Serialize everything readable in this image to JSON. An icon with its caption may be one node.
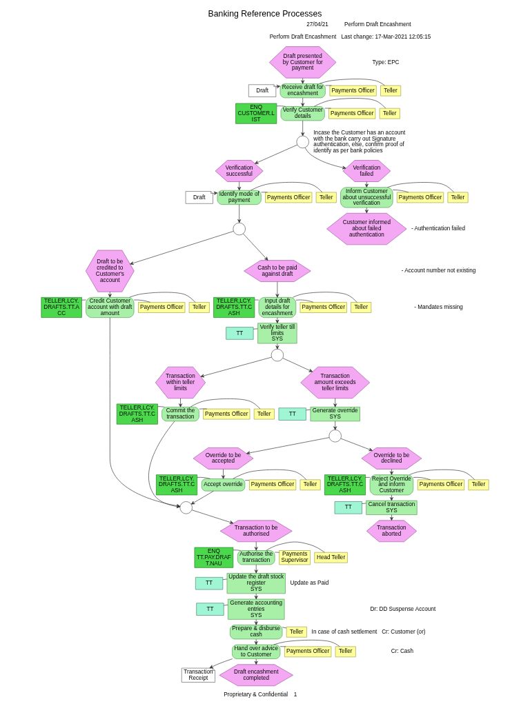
{
  "diagram": {
    "title": "Banking Reference Processes",
    "nodes": [
      {
        "text": [
          "Draft presented by Customer for payment"
        ]
      },
      {
        "text": [
          "Draft"
        ]
      },
      {
        "text": [
          "Receive draft for encashment"
        ]
      },
      {
        "text": [
          "Payments Officer"
        ]
      },
      {
        "text": [
          "Teller"
        ]
      },
      {
        "text": [
          "ENQ CUSTOMER.L IST"
        ]
      },
      {
        "text": [
          "Verify Customer details"
        ]
      },
      {
        "text": [
          "Payments Officer"
        ]
      },
      {
        "text": [
          "Teller"
        ]
      },
      {
        "text": [],
        "shape": "circle"
      },
      {
        "text": [
          "Verification successful"
        ]
      },
      {
        "text": [
          "Verification failed"
        ]
      },
      {
        "text": [
          "Draft"
        ]
      },
      {
        "text": [
          "Identify mode of payment"
        ]
      },
      {
        "text": [
          "Payments Officer"
        ]
      },
      {
        "text": [
          "Teller"
        ]
      },
      {
        "text": [
          "Inform Customer about unsuccessful verification"
        ]
      },
      {
        "text": [
          "Payments Officer"
        ]
      },
      {
        "text": [
          "Teller"
        ]
      },
      {
        "text": [
          "Customer informed about failed authentication"
        ]
      },
      {
        "text": [],
        "shape": "circle"
      },
      {
        "text": [
          "Draft to be credited to Customer's account"
        ]
      },
      {
        "text": [
          "Cash to be paid against draft"
        ]
      },
      {
        "text": [
          "TELLER,LCY. DRAFTS.TT.A CC"
        ]
      },
      {
        "text": [
          "Credit Customer account with draft amount"
        ]
      },
      {
        "text": [
          "Payments Officer"
        ]
      },
      {
        "text": [
          "Teller"
        ]
      },
      {
        "text": [
          "TELLER,LCY. DRAFTS.TT.C ASH"
        ]
      },
      {
        "text": [
          "Input draft details for encashment"
        ]
      },
      {
        "text": [
          "Payments Officer"
        ]
      },
      {
        "text": [
          "Teller"
        ]
      },
      {
        "text": [
          "TT"
        ]
      },
      {
        "text": [
          "Verify teller till limits",
          "SYS"
        ]
      },
      {
        "text": [],
        "shape": "circle"
      },
      {
        "text": [
          "Transaction within teller limits"
        ]
      },
      {
        "text": [
          "Transaction amount exceeds teller limits"
        ]
      },
      {
        "text": [
          "TELLER,LCY. DRAFTS.TT.C ASH"
        ]
      },
      {
        "text": [
          "Commit the transaction"
        ]
      },
      {
        "text": [
          "Payments Officer"
        ]
      },
      {
        "text": [
          "Teller"
        ]
      },
      {
        "text": [
          "TT"
        ]
      },
      {
        "text": [
          "Generate override",
          "SYS"
        ]
      },
      {
        "text": [],
        "shape": "circle"
      },
      {
        "text": [
          "Override to be accepted"
        ]
      },
      {
        "text": [
          "Override to be declined"
        ]
      },
      {
        "text": [
          "TELLER,LCY. DRAFTS.TT.C ASH"
        ]
      },
      {
        "text": [
          "Accept override"
        ]
      },
      {
        "text": [
          "Payments Officer"
        ]
      },
      {
        "text": [
          "Teller"
        ]
      },
      {
        "text": [
          "TELLER,LCY. DRAFTS.TT.C ASH"
        ]
      },
      {
        "text": [
          "Reject Override and inform Customer"
        ]
      },
      {
        "text": [
          "Payments Officer"
        ]
      },
      {
        "text": [
          "Teller"
        ]
      },
      {
        "text": [],
        "shape": "circle"
      },
      {
        "text": [
          "TT"
        ]
      },
      {
        "text": [
          "Cancel transaction",
          "SYS"
        ]
      },
      {
        "text": [
          "Transaction to be authorised"
        ]
      },
      {
        "text": [
          "Transaction aborted"
        ]
      },
      {
        "text": [
          "ENQ TT.PAY.DRAF T.NAU"
        ]
      },
      {
        "text": [
          "Authorise the transaction"
        ]
      },
      {
        "text": [
          "Payments Supervisor"
        ]
      },
      {
        "text": [
          "Head Teller"
        ]
      },
      {
        "text": [
          "TT"
        ]
      },
      {
        "text": [
          "Update the draft stock register",
          "SYS"
        ]
      },
      {
        "text": [
          "TT"
        ]
      },
      {
        "text": [
          "Generate accounting entries",
          "SYS"
        ]
      },
      {
        "text": [
          "Prepare & disburse cash"
        ]
      },
      {
        "text": [
          "Teller"
        ]
      },
      {
        "text": [
          "Hand over advice to Customer"
        ]
      },
      {
        "text": [
          "Payments Officer"
        ]
      },
      {
        "text": [
          "Teller"
        ]
      },
      {
        "text": [
          "Transaction Receipt"
        ]
      },
      {
        "text": [
          "Draft encashment completed"
        ]
      }
    ],
    "edges": [
      {
        "from": 0,
        "to": 2,
        "arrow": "to"
      },
      {
        "from": 1,
        "to": 2,
        "arrow": "to"
      },
      {
        "from": 2,
        "to": 3,
        "arrow": "none"
      },
      {
        "from": 2,
        "to": 4,
        "arrow": "none"
      },
      {
        "from": 2,
        "to": 6,
        "arrow": "to"
      },
      {
        "from": 5,
        "to": 6,
        "arrow": "none"
      },
      {
        "from": 6,
        "to": 7,
        "arrow": "none"
      },
      {
        "from": 6,
        "to": 8,
        "arrow": "none"
      },
      {
        "from": 6,
        "to": 9,
        "arrow": "to"
      },
      {
        "from": 9,
        "to": 10,
        "arrow": "to"
      },
      {
        "from": 9,
        "to": 11,
        "arrow": "to"
      },
      {
        "from": 10,
        "to": 13,
        "arrow": "to"
      },
      {
        "from": 12,
        "to": 13,
        "arrow": "to"
      },
      {
        "from": 13,
        "to": 14,
        "arrow": "none"
      },
      {
        "from": 13,
        "to": 15,
        "arrow": "none"
      },
      {
        "from": 11,
        "to": 16,
        "arrow": "to"
      },
      {
        "from": 16,
        "to": 17,
        "arrow": "none"
      },
      {
        "from": 16,
        "to": 18,
        "arrow": "none"
      },
      {
        "from": 16,
        "to": 19,
        "arrow": "to"
      },
      {
        "from": 13,
        "to": 20,
        "arrow": "to"
      },
      {
        "from": 20,
        "to": 21,
        "arrow": "to"
      },
      {
        "from": 20,
        "to": 22,
        "arrow": "to"
      },
      {
        "from": 21,
        "to": 24,
        "arrow": "to"
      },
      {
        "from": 23,
        "to": 24,
        "arrow": "none"
      },
      {
        "from": 24,
        "to": 25,
        "arrow": "none"
      },
      {
        "from": 24,
        "to": 26,
        "arrow": "none"
      },
      {
        "from": 22,
        "to": 28,
        "arrow": "to"
      },
      {
        "from": 27,
        "to": 28,
        "arrow": "none"
      },
      {
        "from": 28,
        "to": 29,
        "arrow": "none"
      },
      {
        "from": 28,
        "to": 30,
        "arrow": "none"
      },
      {
        "from": 28,
        "to": 32,
        "arrow": "to"
      },
      {
        "from": 31,
        "to": 32,
        "arrow": "none"
      },
      {
        "from": 32,
        "to": 33,
        "arrow": "to"
      },
      {
        "from": 33,
        "to": 34,
        "arrow": "to"
      },
      {
        "from": 33,
        "to": 35,
        "arrow": "to"
      },
      {
        "from": 34,
        "to": 37,
        "arrow": "to"
      },
      {
        "from": 36,
        "to": 37,
        "arrow": "none"
      },
      {
        "from": 37,
        "to": 38,
        "arrow": "none"
      },
      {
        "from": 37,
        "to": 39,
        "arrow": "none"
      },
      {
        "from": 35,
        "to": 41,
        "arrow": "to"
      },
      {
        "from": 40,
        "to": 41,
        "arrow": "none"
      },
      {
        "from": 41,
        "to": 42,
        "arrow": "to"
      },
      {
        "from": 42,
        "to": 43,
        "arrow": "to"
      },
      {
        "from": 42,
        "to": 44,
        "arrow": "to"
      },
      {
        "from": 43,
        "to": 46,
        "arrow": "to"
      },
      {
        "from": 45,
        "to": 46,
        "arrow": "none"
      },
      {
        "from": 46,
        "to": 47,
        "arrow": "none"
      },
      {
        "from": 46,
        "to": 48,
        "arrow": "none"
      },
      {
        "from": 44,
        "to": 50,
        "arrow": "to"
      },
      {
        "from": 49,
        "to": 50,
        "arrow": "none"
      },
      {
        "from": 50,
        "to": 51,
        "arrow": "none"
      },
      {
        "from": 50,
        "to": 52,
        "arrow": "none"
      },
      {
        "from": 24,
        "to": 53,
        "arrow": "to"
      },
      {
        "from": 37,
        "to": 53,
        "arrow": "to"
      },
      {
        "from": 46,
        "to": 53,
        "arrow": "to"
      },
      {
        "from": 50,
        "to": 55,
        "arrow": "to"
      },
      {
        "from": 54,
        "to": 55,
        "arrow": "none"
      },
      {
        "from": 55,
        "to": 57,
        "arrow": "to"
      },
      {
        "from": 53,
        "to": 56,
        "arrow": "to"
      },
      {
        "from": 56,
        "to": 59,
        "arrow": "to"
      },
      {
        "from": 58,
        "to": 59,
        "arrow": "none"
      },
      {
        "from": 59,
        "to": 60,
        "arrow": "none"
      },
      {
        "from": 59,
        "to": 61,
        "arrow": "none"
      },
      {
        "from": 59,
        "to": 63,
        "arrow": "to"
      },
      {
        "from": 62,
        "to": 63,
        "arrow": "none"
      },
      {
        "from": 63,
        "to": 65,
        "arrow": "to"
      },
      {
        "from": 64,
        "to": 65,
        "arrow": "none"
      },
      {
        "from": 65,
        "to": 66,
        "arrow": "to"
      },
      {
        "from": 66,
        "to": 67,
        "arrow": "none"
      },
      {
        "from": 66,
        "to": 68,
        "arrow": "to"
      },
      {
        "from": 68,
        "to": 69,
        "arrow": "none"
      },
      {
        "from": 68,
        "to": 70,
        "arrow": "none"
      },
      {
        "from": 68,
        "to": 71,
        "arrow": "to"
      },
      {
        "from": 68,
        "to": 72,
        "arrow": "to"
      }
    ],
    "labels": [
      "27/04/21",
      "Perform Draft Encashment",
      "Perform Draft Encashment",
      "Last change: 17-Mar-2021 12:05:15",
      "Type: EPC",
      "Incase the Customer has an account with the bank carry out Signature authentication, else, confirm proof of identify as per bank policies",
      "- Authentication failed",
      "- Account number not existing",
      "- Mandates missing",
      "Update as Paid",
      "Dr: DD Suspense Account",
      "Cr: Customer (or)",
      "Cr: Cash",
      "In case of cash settlement",
      "Proprietary & Confidential",
      "1"
    ]
  }
}
